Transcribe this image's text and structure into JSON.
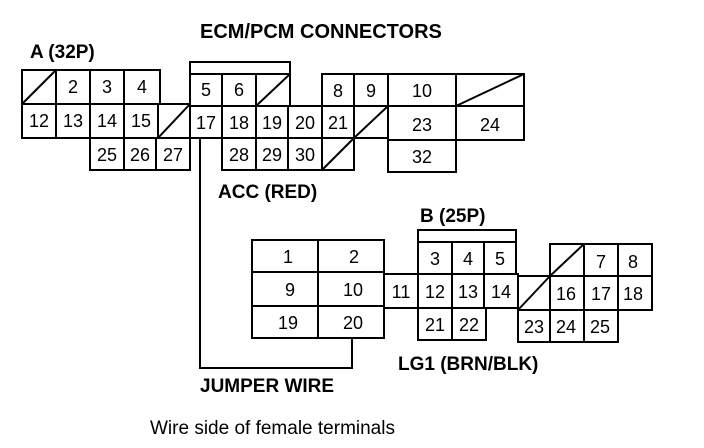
{
  "title": "ECM/PCM CONNECTORS",
  "connector_a": {
    "label": "A (32P)",
    "cells": [
      [
        "",
        "2",
        "3",
        "4",
        "5",
        "6",
        "",
        "8",
        "9",
        "10",
        ""
      ],
      [
        "12",
        "13",
        "14",
        "15",
        "",
        "17",
        "18",
        "19",
        "20",
        "21",
        "",
        "23",
        "24"
      ],
      [
        "25",
        "26",
        "27",
        "28",
        "29",
        "30",
        "",
        "32"
      ]
    ]
  },
  "acc_label": "ACC (RED)",
  "connector_b": {
    "label": "B (25P)",
    "cells": [
      [
        "1",
        "2",
        "3",
        "4",
        "5",
        "",
        "7",
        "8"
      ],
      [
        "9",
        "10",
        "11",
        "12",
        "13",
        "14",
        "",
        "16",
        "17",
        "18"
      ],
      [
        "19",
        "20",
        "21",
        "22",
        "23",
        "24",
        "25"
      ]
    ]
  },
  "lg1_label": "LG1 (BRN/BLK)",
  "jumper_label": "JUMPER WIRE",
  "caption": "Wire side of female terminals"
}
